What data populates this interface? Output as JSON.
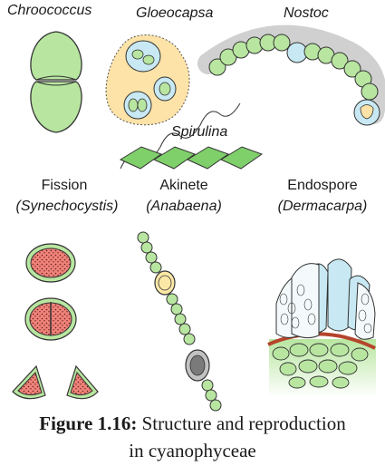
{
  "labels": {
    "chroococcus": "Chroococcus",
    "gloeocapsa": "Gloeocapsa",
    "nostoc": "Nostoc",
    "spirulina": "Spirulina",
    "fission": "Fission",
    "synechocystis": "(Synechocystis)",
    "akinete": "Akinete",
    "anabaena": "(Anabaena)",
    "endospore": "Endospore",
    "dermacarpa": "(Dermacarpa)"
  },
  "caption": {
    "figure_label": "Figure 1.16:",
    "line1": "Structure and reproduction",
    "line2": "in cyanophyceae"
  },
  "colors": {
    "cell_green": "#b8e6a0",
    "cell_dark_green": "#7fcf6a",
    "sheath_yellow": "#fde3a8",
    "cell_blue": "#c8e9f3",
    "spore_red": "#f0827a",
    "akinete_yellow": "#fce8a6",
    "gray": "#8c8c8c",
    "outline": "#333333"
  }
}
